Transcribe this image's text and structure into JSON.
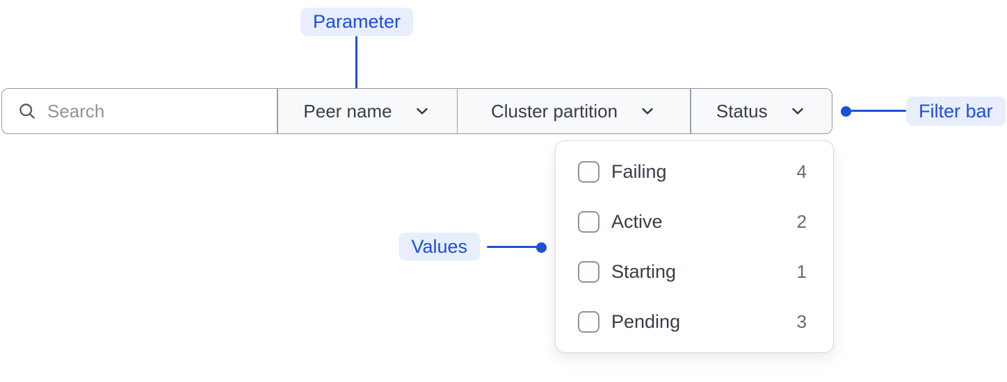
{
  "colors": {
    "accent": "#1d4fd7",
    "annotation_badge_bg": "#e8eefc"
  },
  "annotations": {
    "parameter": {
      "label": "Parameter"
    },
    "filter_bar": {
      "label": "Filter bar"
    },
    "values": {
      "label": "Values"
    }
  },
  "filter_bar": {
    "search": {
      "placeholder": "Search",
      "value": ""
    },
    "dropdowns": [
      {
        "label": "Peer name"
      },
      {
        "label": "Cluster partition"
      },
      {
        "label": "Status"
      }
    ]
  },
  "status_dropdown": {
    "options": [
      {
        "label": "Failing",
        "count": "4",
        "checked": false
      },
      {
        "label": "Active",
        "count": "2",
        "checked": false
      },
      {
        "label": "Starting",
        "count": "1",
        "checked": false
      },
      {
        "label": "Pending",
        "count": "3",
        "checked": false
      }
    ]
  }
}
